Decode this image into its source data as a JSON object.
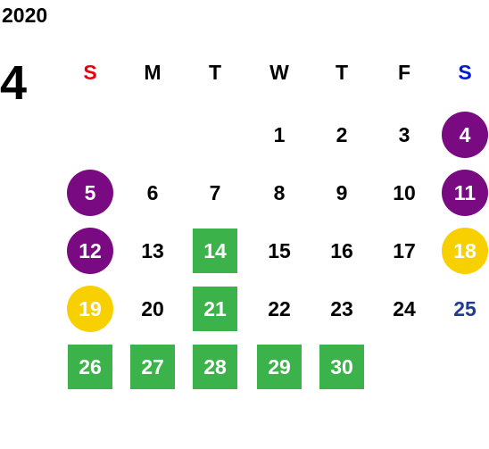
{
  "calendar": {
    "year": "2020",
    "month": "4",
    "weekdays": [
      {
        "label": "S",
        "color": "#e8000b"
      },
      {
        "label": "M",
        "color": "#000000"
      },
      {
        "label": "T",
        "color": "#000000"
      },
      {
        "label": "W",
        "color": "#000000"
      },
      {
        "label": "T",
        "color": "#000000"
      },
      {
        "label": "F",
        "color": "#000000"
      },
      {
        "label": "S",
        "color": "#0018d8"
      }
    ],
    "weeks": [
      [
        null,
        null,
        null,
        {
          "day": "1"
        },
        {
          "day": "2"
        },
        {
          "day": "3"
        },
        {
          "day": "4",
          "mark": "circle",
          "color": "#7a0a82"
        }
      ],
      [
        {
          "day": "5",
          "mark": "circle",
          "color": "#7a0a82"
        },
        {
          "day": "6"
        },
        {
          "day": "7"
        },
        {
          "day": "8"
        },
        {
          "day": "9"
        },
        {
          "day": "10"
        },
        {
          "day": "11",
          "mark": "circle",
          "color": "#7a0a82"
        }
      ],
      [
        {
          "day": "12",
          "mark": "circle",
          "color": "#7a0a82"
        },
        {
          "day": "13"
        },
        {
          "day": "14",
          "mark": "square",
          "color": "#3cb34a"
        },
        {
          "day": "15"
        },
        {
          "day": "16"
        },
        {
          "day": "17"
        },
        {
          "day": "18",
          "mark": "circle",
          "color": "#f8d000"
        }
      ],
      [
        {
          "day": "19",
          "mark": "circle",
          "color": "#f8d000"
        },
        {
          "day": "20"
        },
        {
          "day": "21",
          "mark": "square",
          "color": "#3cb34a"
        },
        {
          "day": "22"
        },
        {
          "day": "23"
        },
        {
          "day": "24"
        },
        {
          "day": "25",
          "text_color": "#1f3c8f"
        }
      ],
      [
        {
          "day": "26",
          "mark": "square",
          "color": "#3cb34a"
        },
        {
          "day": "27",
          "mark": "square",
          "color": "#3cb34a"
        },
        {
          "day": "28",
          "mark": "square",
          "color": "#3cb34a"
        },
        {
          "day": "29",
          "mark": "square",
          "color": "#3cb34a"
        },
        {
          "day": "30",
          "mark": "square",
          "color": "#3cb34a"
        },
        null,
        null
      ]
    ]
  }
}
